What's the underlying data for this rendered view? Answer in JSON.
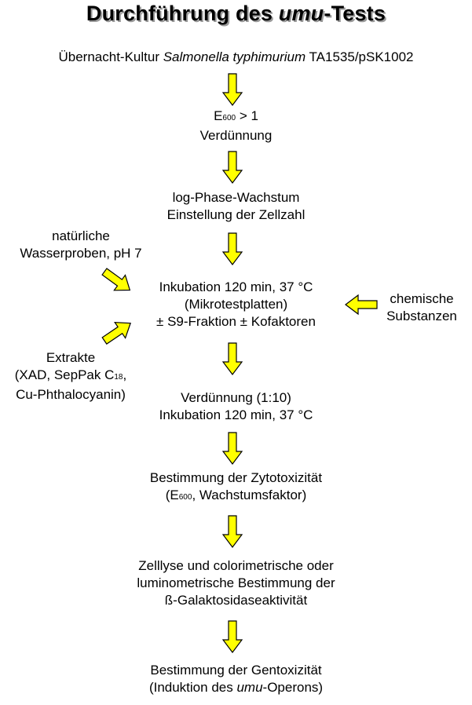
{
  "title": {
    "prefix": "Durchführung des ",
    "italic": "umu",
    "suffix": "-Tests"
  },
  "steps": {
    "s1": {
      "a": "Übernacht-Kultur ",
      "italic": "Salmonella typhimurium",
      "b": " TA1535/pSK1002"
    },
    "s2": {
      "e": "E",
      "sub": "600",
      "rest": " > 1",
      "line2": "Verdünnung"
    },
    "s3": {
      "line1": "log-Phase-Wachstum",
      "line2": "Einstellung der Zellzahl"
    },
    "s4": {
      "line1": "Inkubation 120 min, 37 °C",
      "line2": "(Mikrotestplatten)",
      "line3": "± S9-Fraktion ± Kofaktoren"
    },
    "s5": {
      "line1": "Verdünnung (1:10)",
      "line2": "Inkubation 120 min,  37 °C"
    },
    "s6": {
      "line1": "Bestimmung der Zytotoxizität",
      "l2a": "(E",
      "sub": "600",
      "l2b": ", Wachstumsfaktor)"
    },
    "s7": {
      "line1": "Zelllyse und colorimetrische oder",
      "line2": "luminometrische Bestimmung der",
      "line3": "ß-Galaktosidaseaktivität"
    },
    "s8": {
      "line1": "Bestimmung der Gentoxizität",
      "l2a": "(Induktion des ",
      "italic": "umu",
      "l2b": "-Operons)"
    }
  },
  "side": {
    "natural": {
      "line1": "natürliche",
      "line2": "Wasserproben, pH 7"
    },
    "extracts": {
      "line1": "Extrakte",
      "line2a": "(XAD, SepPak C",
      "sub": "18",
      "line2b": ",",
      "line3": "Cu-Phthalocyanin)"
    },
    "chemical": {
      "line1": "chemische",
      "line2": "Substanzen"
    }
  },
  "colors": {
    "arrow_fill": "#ffff00",
    "arrow_stroke": "#000000",
    "title_shadow": "#9a9a9a"
  }
}
